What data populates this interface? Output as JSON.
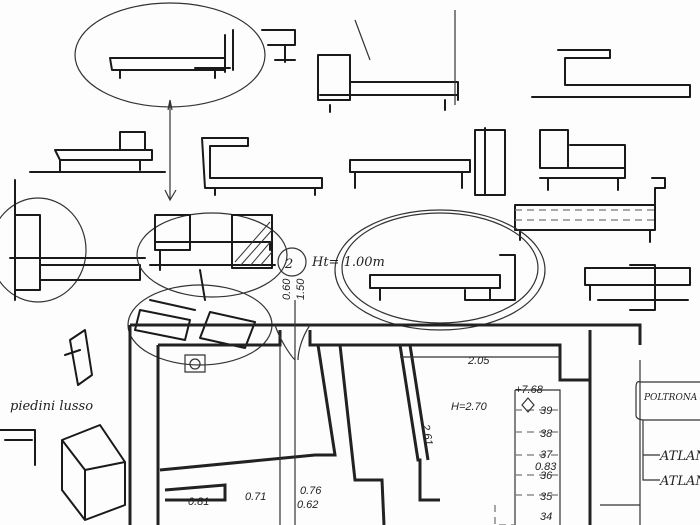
{
  "labels": {
    "height_note": "Ht= 1.00m",
    "circle_number": "2",
    "dim_060": "0.60",
    "dim_150": "1.50",
    "dim_205": "2.05",
    "level": "+7.68",
    "room_height": "H=2.70",
    "dim_261": "2.61",
    "dim_083": "0.83",
    "dim_081": "0.81",
    "dim_071": "0.71",
    "dim_076": "0.76",
    "dim_062": "0.62",
    "note_left": "piedini lusso",
    "note_box": "POLTRONA FRAU",
    "note_arrow1": "ATLAN",
    "note_arrow2": "ATLANT"
  },
  "stairs": [
    "39",
    "38",
    "37",
    "36",
    "35",
    "34"
  ],
  "colors": {
    "ink": "#1a1a1a",
    "paper": "#fdfdfd"
  }
}
